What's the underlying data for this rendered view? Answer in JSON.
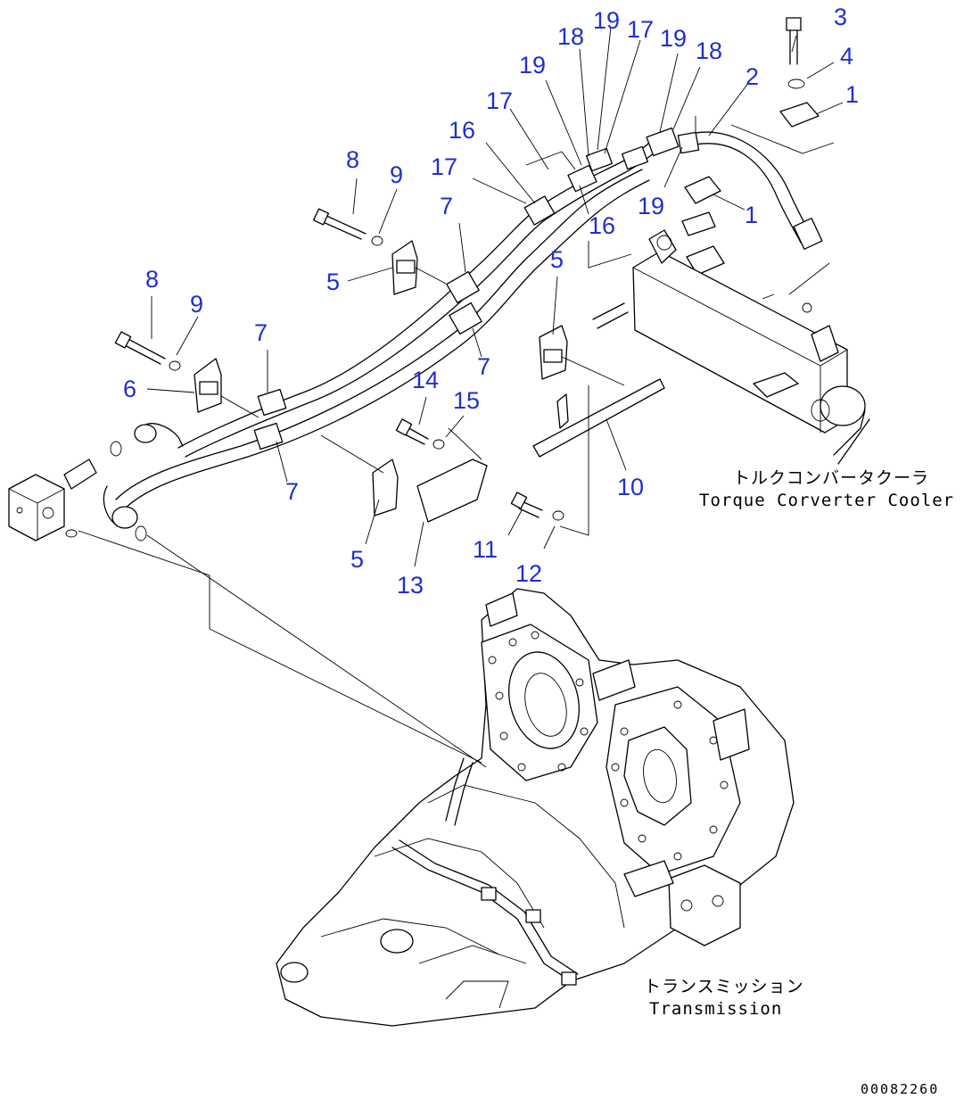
{
  "captions": {
    "cooler_jp": "トルクコンバータクーラ",
    "cooler_en": "Torque Corverter Cooler",
    "transmission_jp": "トランスミッション",
    "transmission_en": "Transmission"
  },
  "document_number": "00082260",
  "callouts": [
    "3",
    "4",
    "1",
    "2",
    "19",
    "18",
    "17",
    "19",
    "18",
    "19",
    "17",
    "19",
    "16",
    "17",
    "1",
    "16",
    "17",
    "8",
    "9",
    "7",
    "5",
    "5",
    "8",
    "9",
    "7",
    "6",
    "7",
    "14",
    "15",
    "7",
    "10",
    "5",
    "13",
    "11",
    "12"
  ],
  "icons": [
    "torque-converter-cooler-drawing",
    "transmission-housing-drawing",
    "hose-assembly-drawing",
    "clamp-bracket-drawing",
    "bolt-drawing",
    "washer-drawing",
    "oil-block-fitting-drawing"
  ]
}
